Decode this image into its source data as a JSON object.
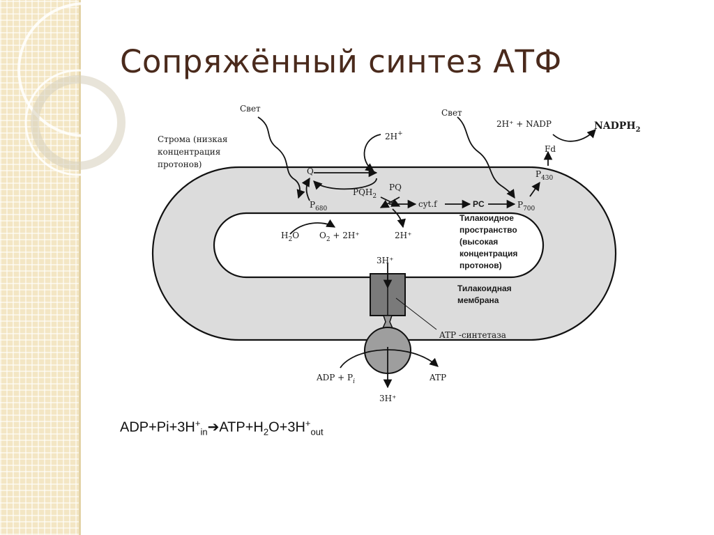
{
  "slide": {
    "title": "Сопряжённый синтез АТФ",
    "equation": {
      "p1": "ADP+Pi+3H",
      "p1_sup": "+",
      "p1_sub": "in",
      "arrow": "➔",
      "p2": "ATP+H",
      "p2_sub": "2",
      "p3": "O+3H",
      "p3_sup": "+",
      "p3_sub": "out"
    }
  },
  "diagram": {
    "light_left": "Свет",
    "light_right": "Свет",
    "stroma_line1": "Строма (низкая",
    "stroma_line2": "концентрация",
    "stroma_line3": "протонов)",
    "proton_2h_top": "2H",
    "proton_sup": "+",
    "q": "Q",
    "pqh2": "PQH",
    "pqh2_sub": "2",
    "pq": "PQ",
    "p680": "P",
    "p680_sub": "680",
    "cytf": "cyt.f",
    "pc": "PC",
    "p700": "P",
    "p700_sub": "700",
    "p430": "P",
    "p430_sub": "430",
    "fd": "Fd",
    "nadp_reaction": "2H⁺ + NADP",
    "nadph2": "NADPH",
    "nadph2_sub": "2",
    "h2o": "H",
    "h2o_sub": "2",
    "h2o_end": "O",
    "o2_start": "O",
    "o2_sub": "2",
    "o2_end": " + 2H⁺",
    "proton_2h_lumen": "2H⁺",
    "lumen_line1": "Тилакоидное",
    "lumen_line2": "пространство",
    "lumen_line3": "(высокая",
    "lumen_line4": "концентрация",
    "lumen_line5": "протонов)",
    "proton_3h_in": "3H⁺",
    "membrane_line1": "Тилакоидная",
    "membrane_line2": "мембрана",
    "atp_synthase": "ATP -синтетаза",
    "adp_pi": "ADP + P",
    "adp_pi_sub": "i",
    "atp": "ATP",
    "proton_3h_out": "3H⁺"
  }
}
